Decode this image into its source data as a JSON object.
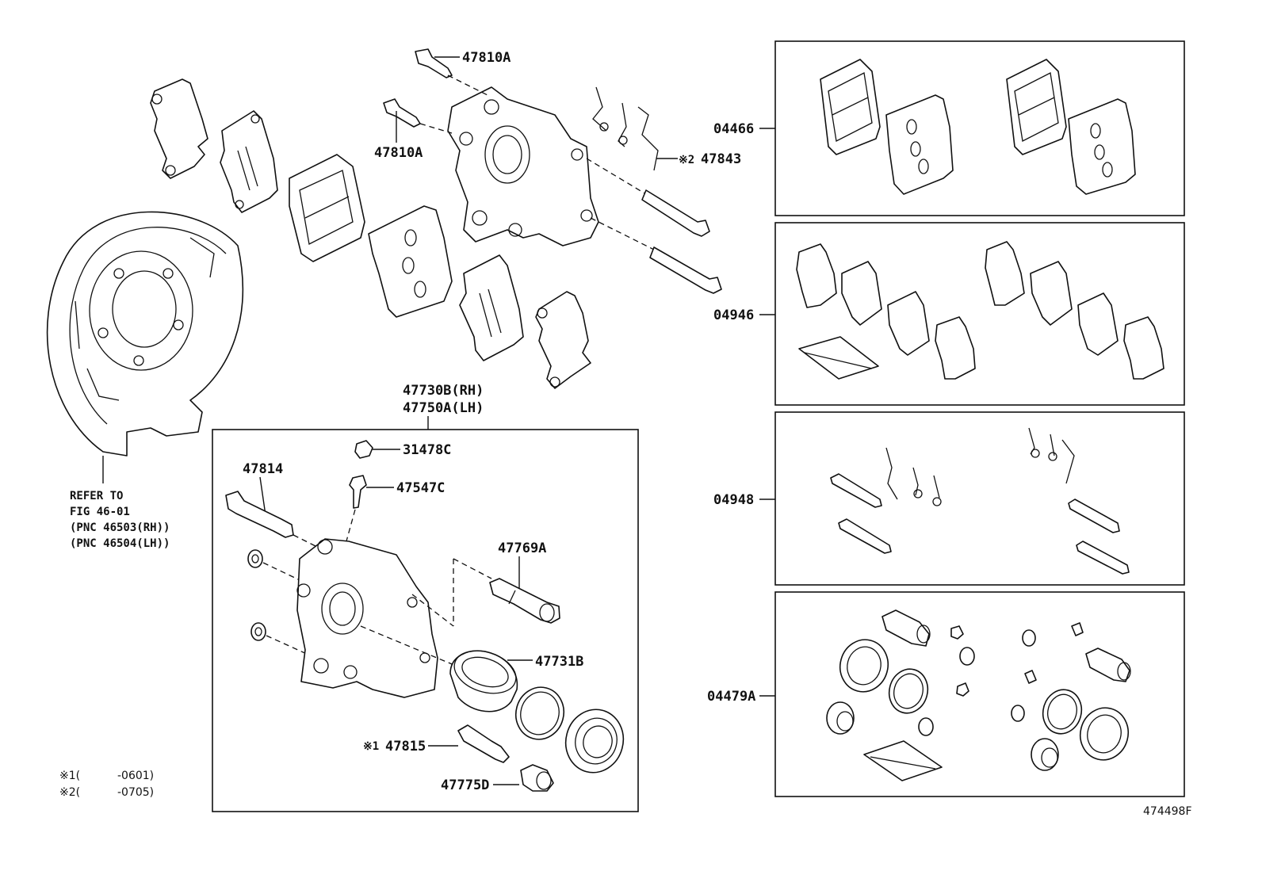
{
  "diagram": {
    "callouts": {
      "bolt_upper": "47810A",
      "bolt_lower": "47810A",
      "spring_note": "※2",
      "spring": "47843",
      "caliper_rh": "47730B(RH)",
      "caliper_lh": "47750A(LH)",
      "bolt_47814": "47814",
      "cap": "31478C",
      "bleeder": "47547C",
      "slide_pin": "47769A",
      "piston": "47731B",
      "pin_note": "※1",
      "pin_47815": "47815",
      "boot": "47775D"
    },
    "refer_note": [
      "REFER TO",
      "FIG 46-01",
      "(PNC 46503(RH))",
      "(PNC 46504(LH))"
    ],
    "kits": [
      {
        "label": "04466"
      },
      {
        "label": "04946"
      },
      {
        "label": "04948"
      },
      {
        "label": "04479A"
      }
    ],
    "footnotes": [
      {
        "mark": "※1(",
        "range": "-0601)"
      },
      {
        "mark": "※2(",
        "range": "-0705)"
      }
    ],
    "figure_id": "474498F"
  }
}
